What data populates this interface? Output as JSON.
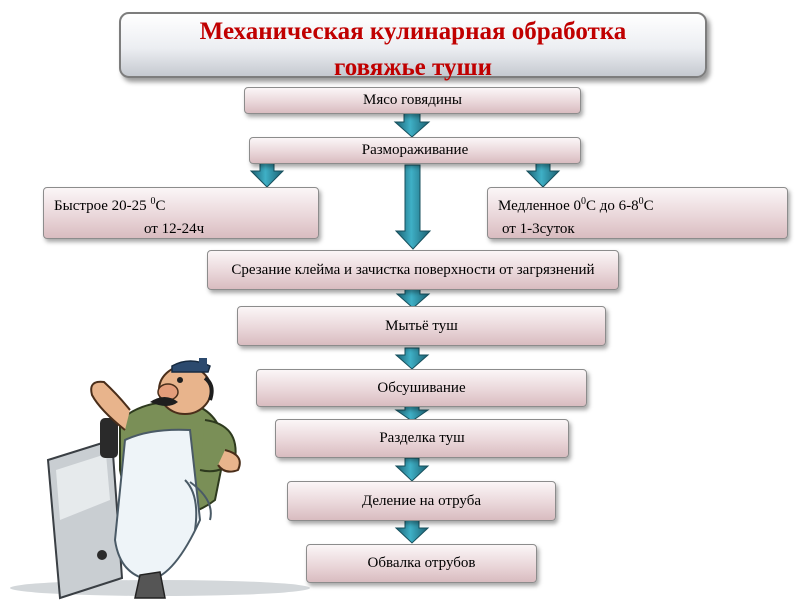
{
  "title": {
    "line1": "Механическая кулинарная обработка",
    "line2": "говяжье туши"
  },
  "steps": {
    "meat": "Мясо говядины",
    "thawing": "Размораживание",
    "cleaning": "Срезание клейма и зачистка поверхности от загрязнений",
    "washing": "Мытьё туш",
    "drying": "Обсушивание",
    "butchering": "Разделка туш",
    "cuts": "Деление на отруба",
    "deboning": "Обвалка отрубов"
  },
  "fast_thaw": {
    "prefix": "Быстрое 20-25 ",
    "sup": "0",
    "suffix": "С",
    "line2": "от 12-24ч"
  },
  "slow_thaw": {
    "prefix": "Медленное 0",
    "sup1": "0",
    "middle": "С до 6-8",
    "sup2": "0",
    "suffix": "С",
    "line2": "от 1-3суток"
  },
  "colors": {
    "title_text": "#c00000",
    "arrow_fill": "#2e8fa6",
    "arrow_dark": "#1a5f70",
    "box_fill": "#ead7da"
  },
  "illustration": {
    "name": "chef-with-cleaver-icon"
  }
}
